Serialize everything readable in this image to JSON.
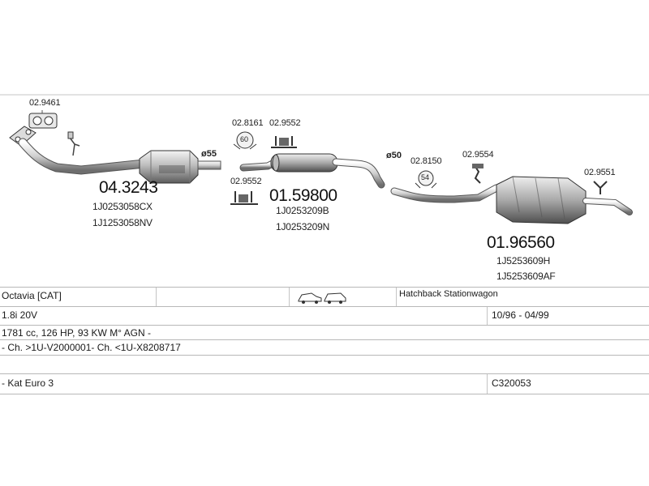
{
  "parts": {
    "p_029461": "02.9461",
    "p_028161": "02.8161",
    "p_029552_top": "02.9552",
    "p_029552_bottom": "02.9552",
    "p_028150": "02.8150",
    "p_029554": "02.9554",
    "p_029551": "02.9551"
  },
  "diameters": {
    "d55": "ø55",
    "d50": "ø50"
  },
  "clamp_labels": {
    "c60": "60",
    "c54": "54"
  },
  "catalyst": {
    "code": "04.3243",
    "oem1": "1J0253058CX",
    "oem2": "1J1253058NV"
  },
  "middle": {
    "code": "01.59800",
    "oem1": "1J0253209B",
    "oem2": "1J0253209N"
  },
  "rear": {
    "code": "01.96560",
    "oem1": "1J5253609H",
    "oem2": "1J5253609AF"
  },
  "table": {
    "model": "Octavia  [CAT]",
    "body_type": "Hatchback Stationwagon",
    "engine": "1.8i 20V",
    "years": "10/96 - 04/99",
    "spec": "1781 cc, 126 HP, 93 KW M° AGN -",
    "chassis": "- Ch. >1U-V2000001- Ch. <1U-X8208717",
    "emission": "- Kat Euro 3",
    "ref": "C320053"
  },
  "colors": {
    "pipe": "#6a6a6a",
    "metal_light": "#e6e6e6",
    "metal_dark": "#8a8a8a",
    "line": "#b8b8b8"
  }
}
